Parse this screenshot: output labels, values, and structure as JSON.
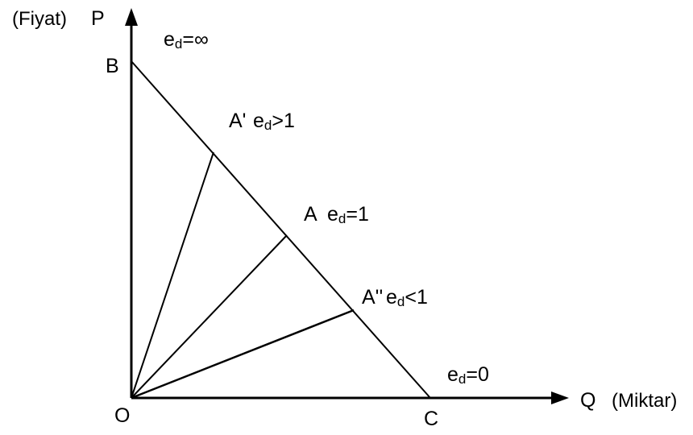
{
  "axes": {
    "y_label": "(Fiyat)",
    "y_symbol": "P",
    "x_symbol": "Q",
    "x_label": "(Miktar)"
  },
  "points": {
    "origin": "O",
    "b": "B",
    "c": "C",
    "a_prime": "A'",
    "a": "A",
    "a_double_prime": "A''"
  },
  "elasticity": {
    "symbol": "e",
    "subscript": "d",
    "at_b": "=∞",
    "at_a_prime": ">1",
    "at_a": "=1",
    "at_a_double_prime": "<1",
    "at_c": "=0"
  }
}
